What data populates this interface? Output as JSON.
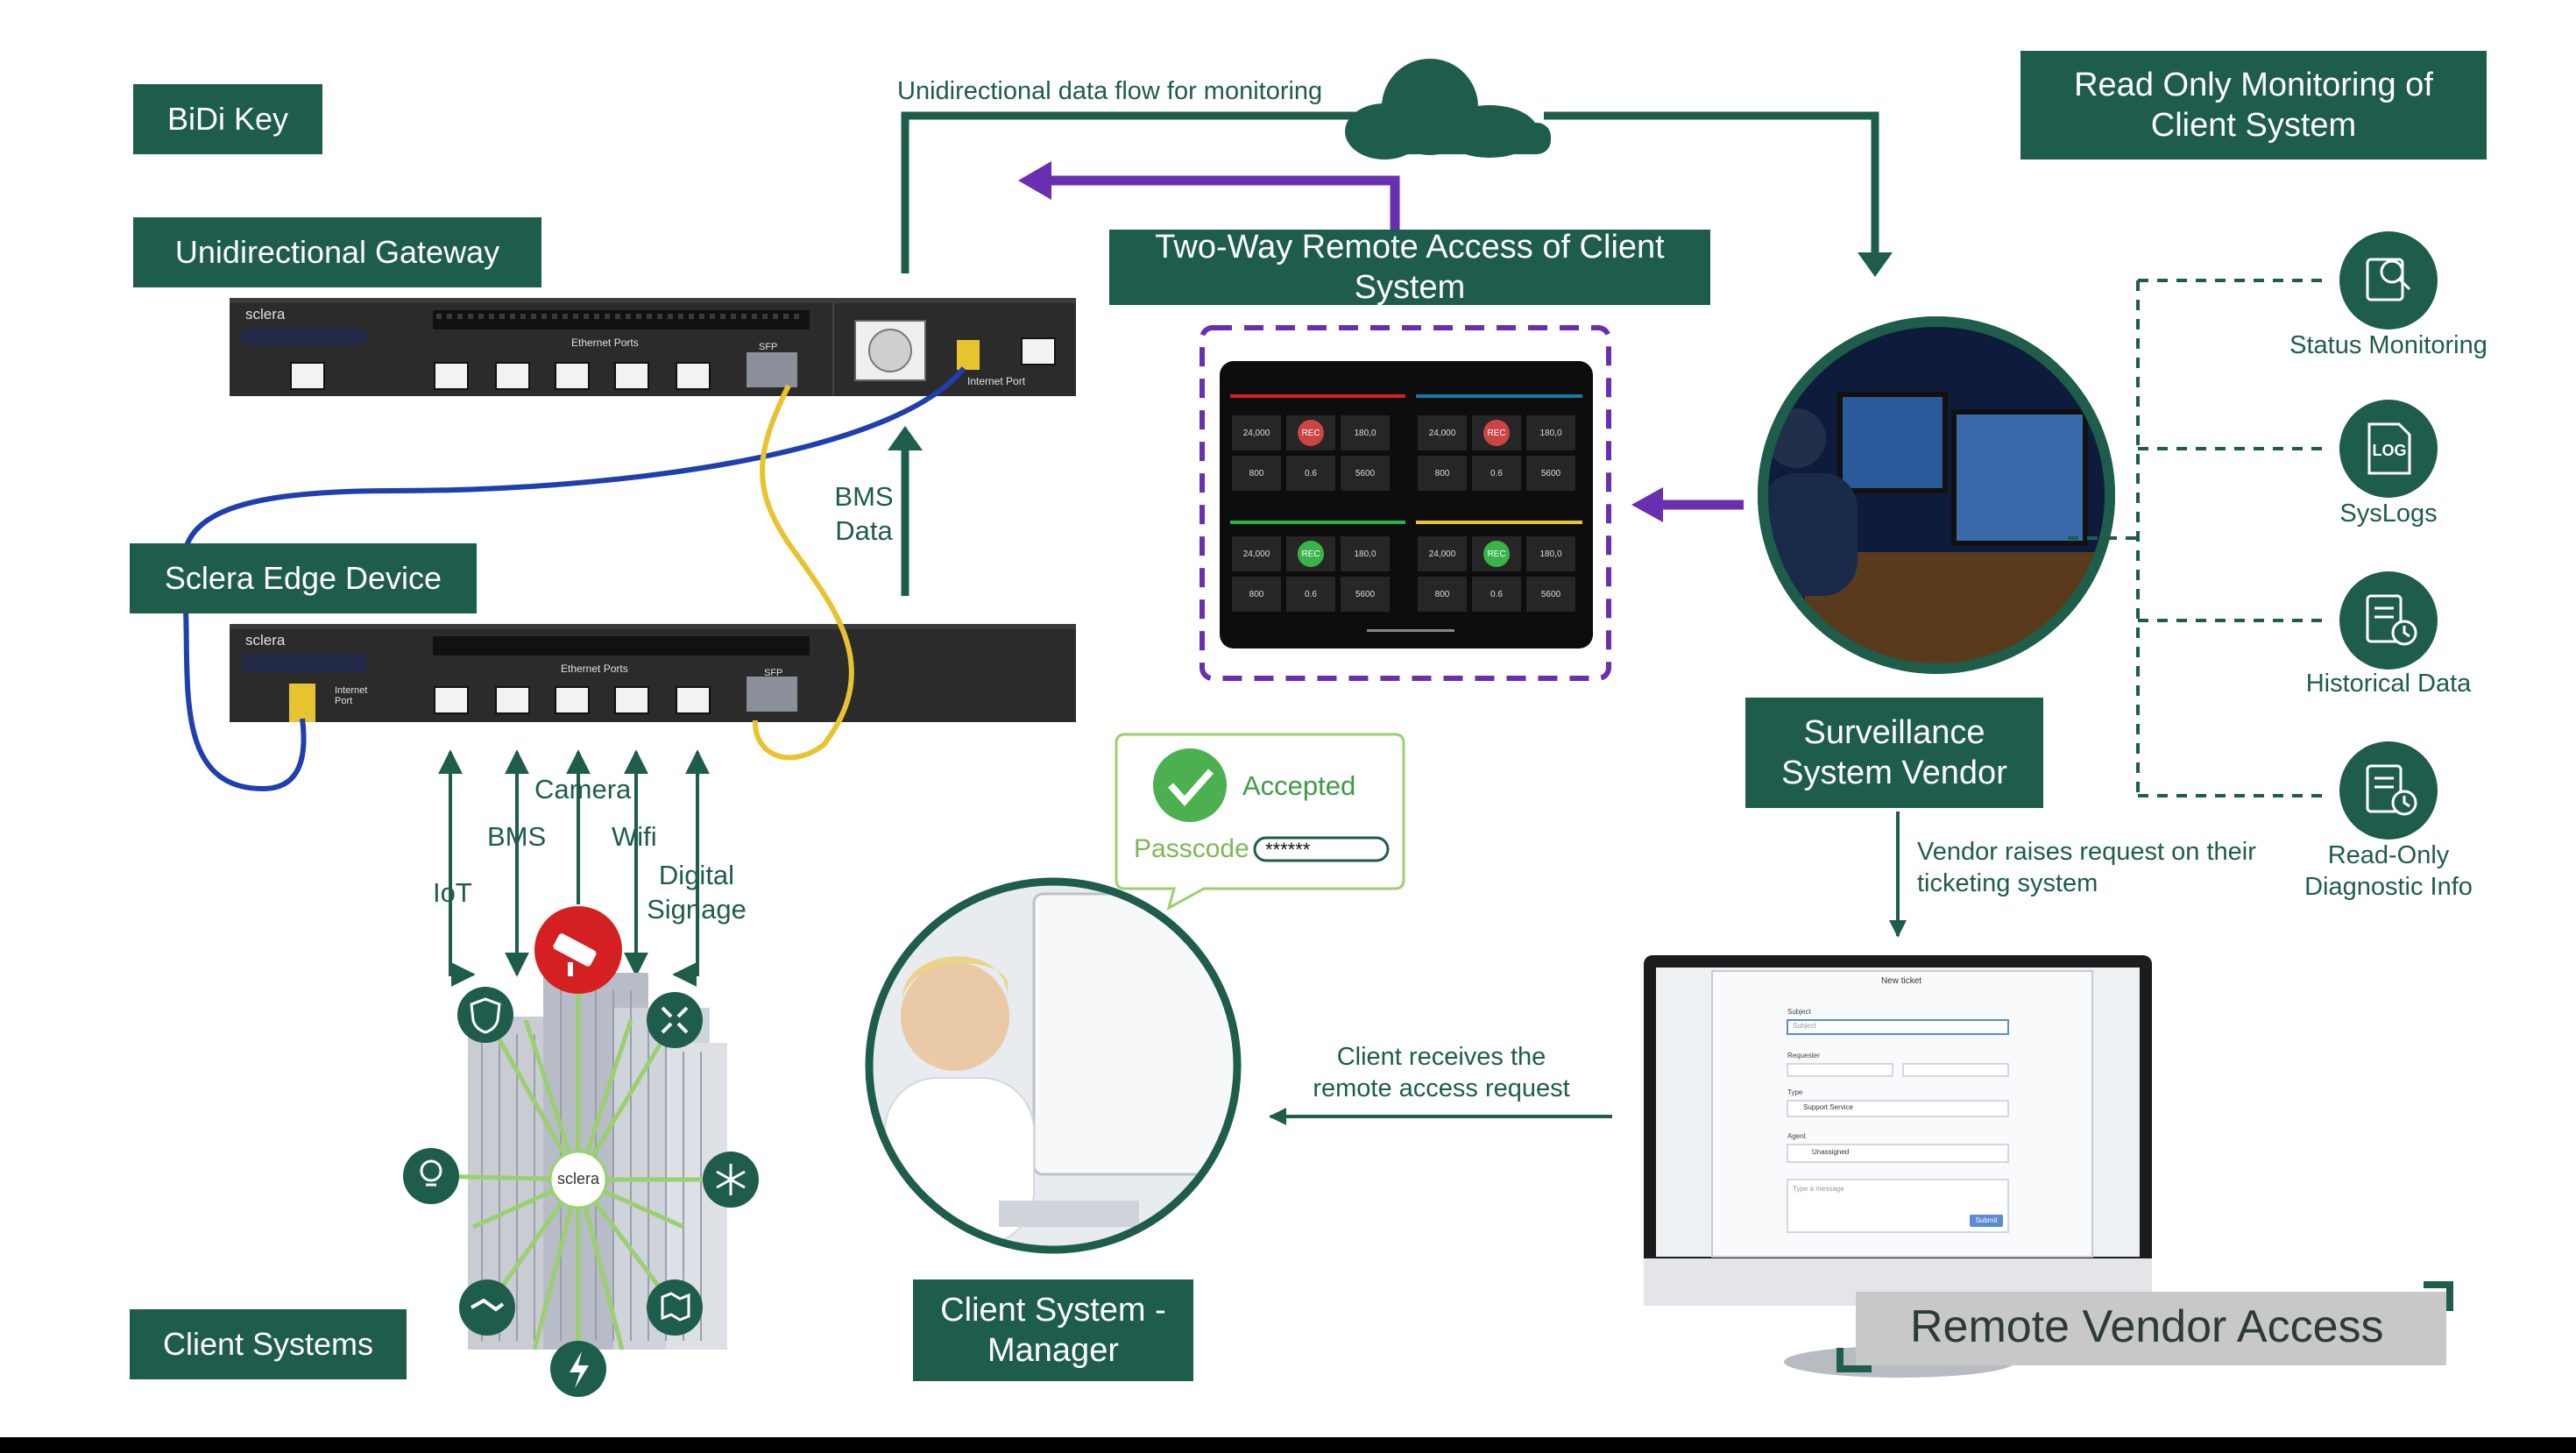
{
  "legend": {
    "bidi_key": "BiDi Key",
    "unidirectional_gateway": "Unidirectional Gateway",
    "sclera_edge_device": "Sclera Edge Device",
    "client_systems": "Client Systems",
    "read_only_monitoring": "Read Only Monitoring of Client System",
    "two_way_remote_access": "Two-Way Remote Access of Client System",
    "surveillance_vendor": "Surveillance System Vendor",
    "client_system_manager": "Client System - Manager",
    "remote_vendor_access": "Remote Vendor Access"
  },
  "flows": {
    "unidirectional_monitoring": "Unidirectional data flow for monitoring",
    "bms_data": "BMS Data",
    "vendor_raises_request": "Vendor raises request on their ticketing system",
    "client_receives_request": "Client receives the remote access request"
  },
  "devices": {
    "brand": "sclera",
    "ethernet_ports": "Ethernet Ports",
    "sfp": "SFP",
    "internet_port": "Internet Port",
    "edge_internet_port": "Internet Port"
  },
  "inputs": {
    "iot": "IoT",
    "bms": "BMS",
    "camera": "Camera",
    "wifi": "Wifi",
    "digital_signage": "Digital Signage",
    "hub_label": "sclera"
  },
  "monitoring_items": [
    {
      "label": "Status Monitoring",
      "icon": "status-monitoring-icon"
    },
    {
      "label": "SysLogs",
      "icon": "log-file-icon"
    },
    {
      "label": "Historical Data",
      "icon": "historical-data-icon"
    },
    {
      "label": "Read-Only Diagnostic Info",
      "icon": "diagnostic-info-icon"
    }
  ],
  "passcode_bubble": {
    "status": "Accepted",
    "passcode_label": "Passcode",
    "passcode_value": "******"
  },
  "tablet": {
    "tiles": [
      {
        "v1": "24,000",
        "v2": "REC",
        "v3": "180,0",
        "v4": "800",
        "v5": "0.6",
        "v6": "5600"
      },
      {
        "v1": "24,000",
        "v2": "REC",
        "v3": "180,0",
        "v4": "800",
        "v5": "0.6",
        "v6": "5600"
      },
      {
        "v1": "24,000",
        "v2": "REC",
        "v3": "180,0",
        "v4": "800",
        "v5": "0.6",
        "v6": "5600"
      },
      {
        "v1": "24,000",
        "v2": "REC",
        "v3": "180,0",
        "v4": "800",
        "v5": "0.6",
        "v6": "5600"
      }
    ]
  },
  "ticket_form": {
    "title": "New ticket",
    "subject_label": "Subject",
    "subject_placeholder": "Subject",
    "requester_label": "Requester",
    "type_label": "Type",
    "type_value": "Support Service",
    "agent_label": "Agent",
    "agent_value": "Unassigned",
    "message_placeholder": "Type a message",
    "submit_label": "Submit"
  },
  "colors": {
    "green": "#1e5c4c",
    "purple": "#6a2fb0",
    "blue_cable": "#1f3fae",
    "yellow_cable": "#e8c330",
    "red_camera": "#d42020"
  }
}
